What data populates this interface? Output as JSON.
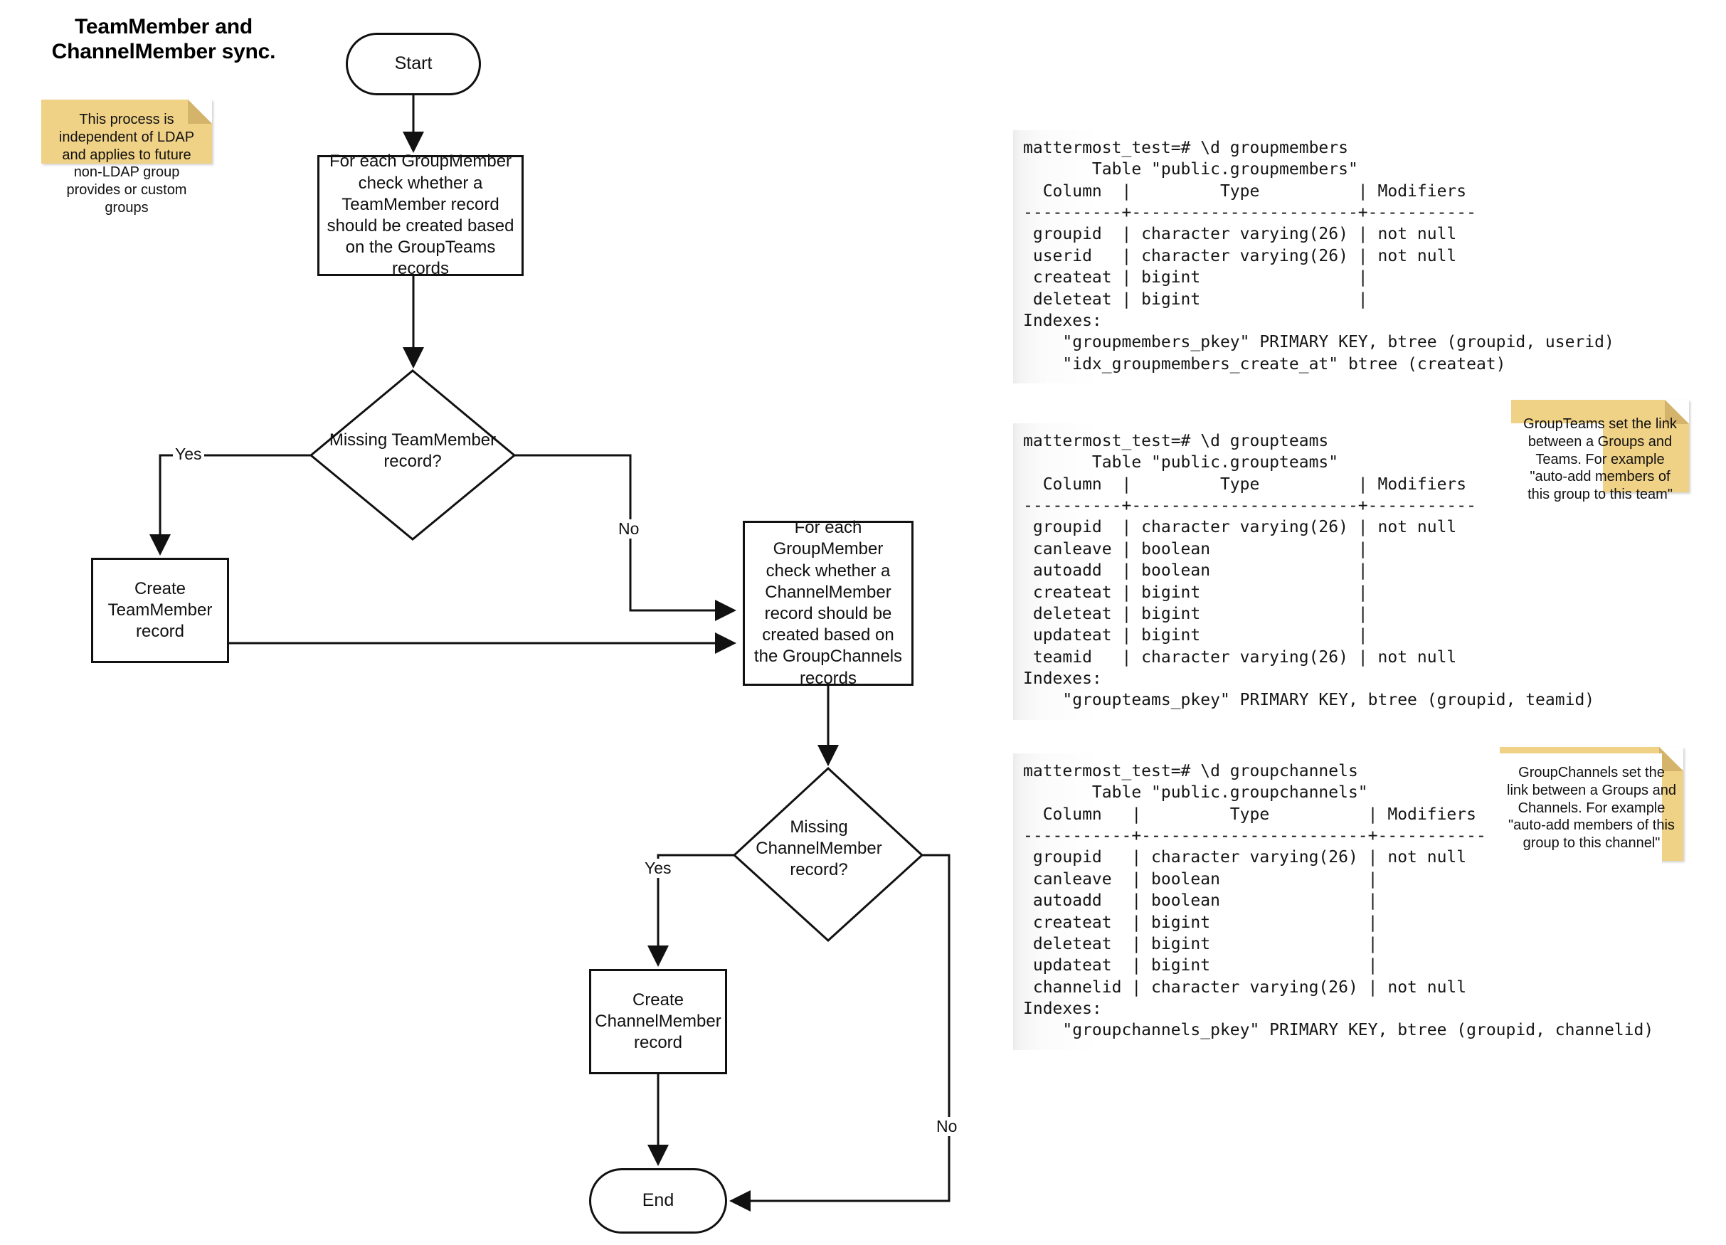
{
  "title": "TeamMember and\nChannelMember sync.",
  "notes": {
    "ldap": "This process is independent of LDAP and applies to future non-LDAP group provides or custom groups",
    "groupteams": "GroupTeams set the link between a Groups and Teams. For example \"auto-add members of this group to this team\"",
    "groupchannels": "GroupChannels set the link between a Groups and Channels. For example \"auto-add members of this group to this channel\""
  },
  "flow": {
    "start": "Start",
    "process_team": "For each GroupMember check whether a TeamMember record should be created based on the GroupTeams records",
    "decision_team": "Missing TeamMember record?",
    "create_team": "Create TeamMember record",
    "process_channel": "For each GroupMember check whether a ChannelMember record should be created based on the GroupChannels records",
    "decision_channel": "Missing ChannelMember record?",
    "create_channel": "Create ChannelMember record",
    "end": "End",
    "edge_yes_team": "Yes",
    "edge_no_team": "No",
    "edge_yes_channel": "Yes",
    "edge_no_channel": "No"
  },
  "terminals": {
    "groupmembers": "mattermost_test=# \\d groupmembers\n       Table \"public.groupmembers\"\n  Column  |         Type          | Modifiers\n----------+-----------------------+-----------\n groupid  | character varying(26) | not null\n userid   | character varying(26) | not null\n createat | bigint                |\n deleteat | bigint                |\nIndexes:\n    \"groupmembers_pkey\" PRIMARY KEY, btree (groupid, userid)\n    \"idx_groupmembers_create_at\" btree (createat)",
    "groupteams": "mattermost_test=# \\d groupteams\n       Table \"public.groupteams\"\n  Column  |         Type          | Modifiers\n----------+-----------------------+-----------\n groupid  | character varying(26) | not null\n canleave | boolean               |\n autoadd  | boolean               |\n createat | bigint                |\n deleteat | bigint                |\n updateat | bigint                |\n teamid   | character varying(26) | not null\nIndexes:\n    \"groupteams_pkey\" PRIMARY KEY, btree (groupid, teamid)",
    "groupchannels": "mattermost_test=# \\d groupchannels\n       Table \"public.groupchannels\"\n  Column   |         Type          | Modifiers\n-----------+-----------------------+-----------\n groupid   | character varying(26) | not null\n canleave  | boolean               |\n autoadd   | boolean               |\n createat  | bigint                |\n deleteat  | bigint                |\n updateat  | bigint                |\n channelid | character varying(26) | not null\nIndexes:\n    \"groupchannels_pkey\" PRIMARY KEY, btree (groupid, channelid)"
  },
  "colors": {
    "note_bg": "#f0d287",
    "note_fold": "#d4b46a",
    "stroke": "#111111",
    "terminal_bg": "#f0f0f0"
  }
}
